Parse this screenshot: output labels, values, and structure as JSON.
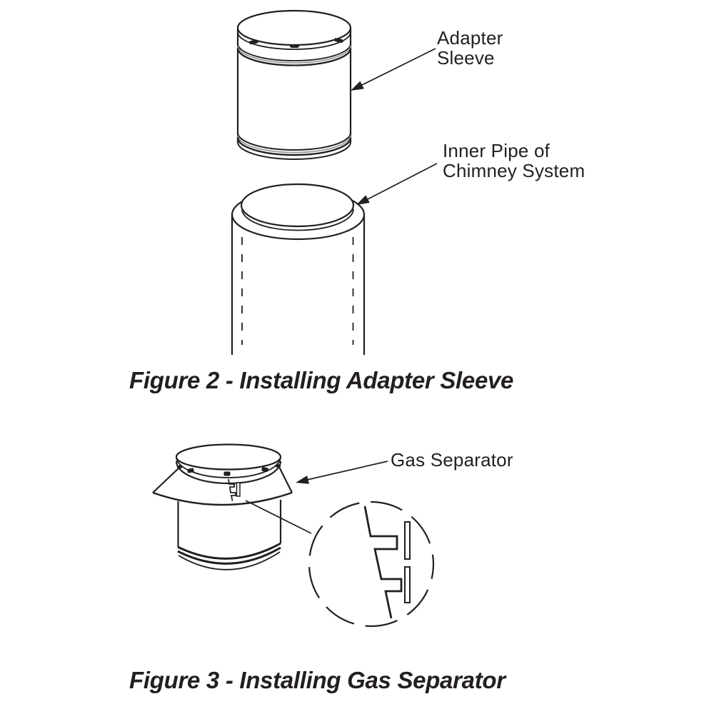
{
  "page": {
    "background": "#ffffff"
  },
  "colors": {
    "ink": "#231f20",
    "band_shade": "#9a9a9a"
  },
  "figure2": {
    "caption": "Figure 2 - Installing Adapter Sleeve",
    "labels": {
      "adapter_sleeve": "Adapter\nSleeve",
      "inner_pipe": "Inner Pipe of\nChimney System"
    }
  },
  "figure3": {
    "caption": "Figure 3 - Installing Gas Separator",
    "labels": {
      "gas_separator": "Gas Separator"
    }
  }
}
